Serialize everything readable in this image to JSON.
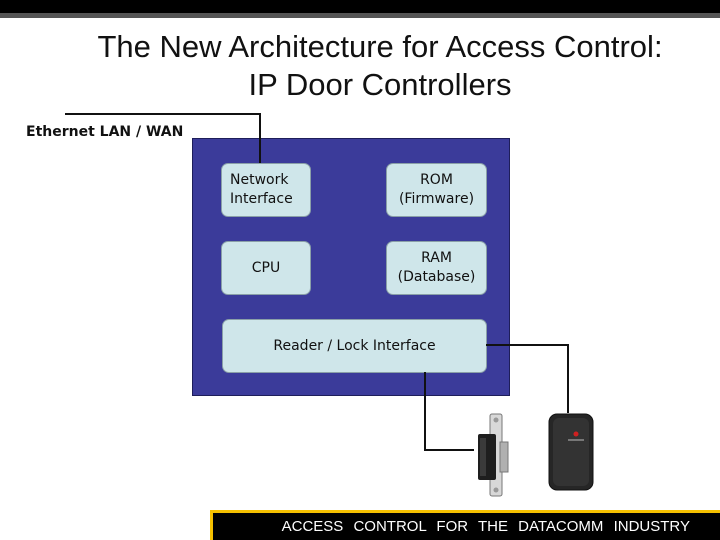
{
  "title": {
    "line1": "The New Architecture for Access Control:",
    "line2": "IP Door Controllers"
  },
  "network": {
    "label": "Ethernet LAN / WAN"
  },
  "controller": {
    "network_interface": "Network\nInterface",
    "rom": "ROM\n(Firmware)",
    "cpu": "CPU",
    "ram": "RAM\n(Database)",
    "reader_lock_interface": "Reader / Lock Interface"
  },
  "devices": {
    "lock": "electric-strike-lock-icon",
    "reader": "card-reader-icon"
  },
  "footer": {
    "text": "ACCESS CONTROL FOR THE DATACOMM INDUSTRY"
  },
  "colors": {
    "controller_fill": "#3b3b9a",
    "chip_fill": "#cfe6ea",
    "footer_accent": "#f5c000"
  }
}
